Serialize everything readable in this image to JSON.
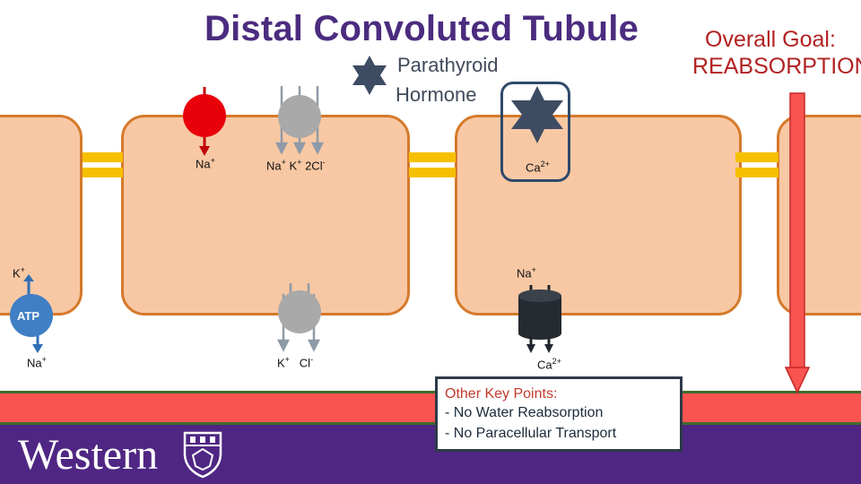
{
  "header": {
    "title": "Distal Convoluted Tubule",
    "goal_line1": "Overall Goal:",
    "goal_line2": "REABSORPTION"
  },
  "hormone": {
    "line1": "Parathyroid",
    "line2": "Hormone"
  },
  "labels": {
    "na_top": "Na",
    "na_top_sup": "+",
    "nkcc_na": "Na",
    "nkcc_na_sup": "+",
    "nkcc_k": "K",
    "nkcc_k_sup": "+",
    "nkcc_cl": "2Cl",
    "nkcc_cl_sup": "-",
    "ca_top": "Ca",
    "ca_top_sup": "2+",
    "k_left": "K",
    "k_left_sup": "+",
    "atp": "ATP",
    "na_bottom_left": "Na",
    "na_bottom_left_sup": "+",
    "k_bottom": "K",
    "k_bottom_sup": "+",
    "cl_bottom": "Cl",
    "cl_bottom_sup": "-",
    "na_right": "Na",
    "na_right_sup": "+",
    "ca_bottom": "Ca",
    "ca_bottom_sup": "2+"
  },
  "key_points": {
    "title": "Other Key Points:",
    "items": [
      "-  No Water Reabsorption",
      "-  No Paracellular Transport"
    ]
  },
  "footer": {
    "brand": "Western"
  },
  "colors": {
    "title": "#4b2c7f",
    "goal": "#b22222",
    "cell_fill": "#f8c8a4",
    "cell_border": "#d57a2b",
    "junction": "#f6c000",
    "blood": "#f9544f",
    "footer": "#4f2683",
    "na_channel": "#e8000b",
    "transporter": "#a9a9a9",
    "pump": "#3f7fc4",
    "hormone": "#3e4c63"
  }
}
